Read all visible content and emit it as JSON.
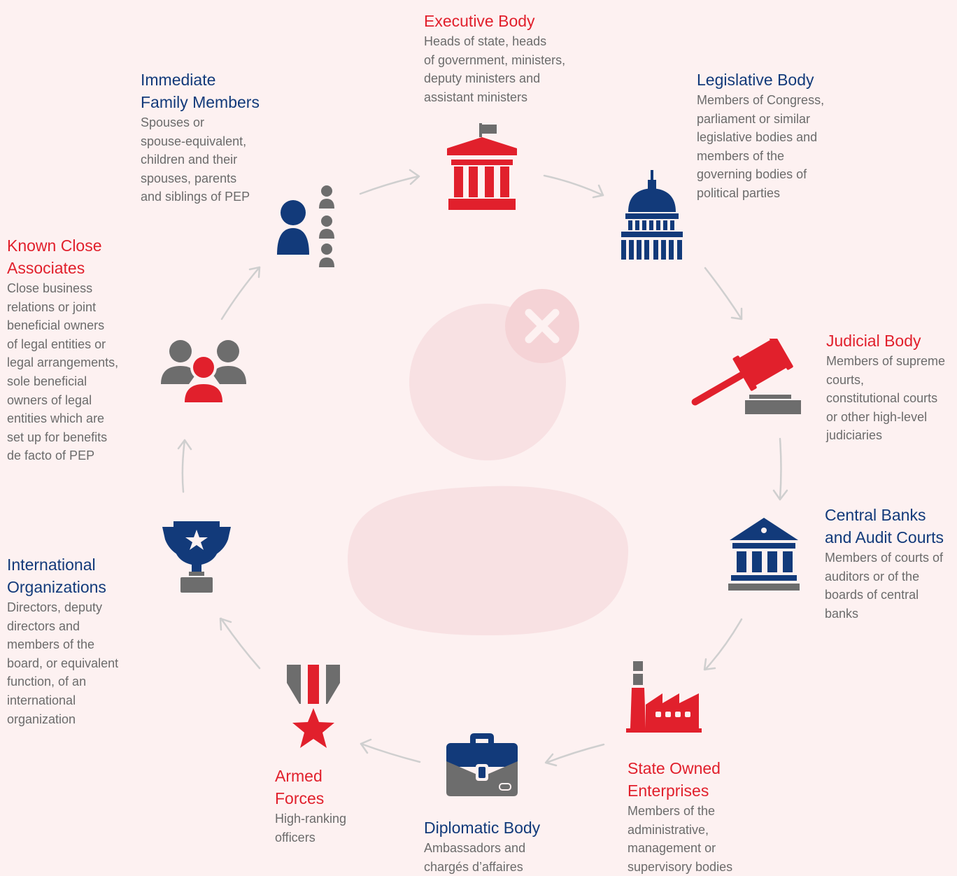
{
  "colors": {
    "red": "#e1202c",
    "blue": "#123a7a",
    "gray": "#6d6d6d",
    "arrow": "#cfcfcf",
    "background": "#fdf1f1"
  },
  "center": {
    "icon": "person-crossed-icon"
  },
  "nodes": {
    "executive": {
      "title": "Executive Body",
      "desc": "Heads of state, heads\nof government, ministers,\ndeputy ministers and\nassistant ministers",
      "icon": "government-building-icon"
    },
    "legislative": {
      "title": "Legislative Body",
      "desc": "Members of Congress,\nparliament or similar\nlegislative bodies and\nmembers of the\ngoverning bodies of\npolitical parties",
      "icon": "capitol-icon"
    },
    "judicial": {
      "title": "Judicial Body",
      "desc": "Members of supreme\ncourts,\nconstitutional courts\nor other high-level\njudiciaries",
      "icon": "gavel-icon"
    },
    "central_banks": {
      "title": "Central Banks\nand Audit Courts",
      "desc": "Members of courts of\nauditors or of the\nboards of central\nbanks",
      "icon": "bank-icon"
    },
    "state_owned": {
      "title": "State Owned\nEnterprises",
      "desc": "Members of the\nadministrative,\nmanagement or\nsupervisory bodies",
      "icon": "factory-icon"
    },
    "diplomatic": {
      "title": "Diplomatic Body",
      "desc": "Ambassadors and\nchargés d’affaires",
      "icon": "briefcase-icon"
    },
    "armed": {
      "title": "Armed\nForces",
      "desc": "High-ranking\nofficers",
      "icon": "medal-icon"
    },
    "international": {
      "title": "International\nOrganizations",
      "desc": "Directors, deputy\ndirectors and\nmembers of the\nboard, or equivalent\nfunction, of an\ninternational\norganization",
      "icon": "trophy-icon"
    },
    "associates": {
      "title": "Known Close\nAssociates",
      "desc": "Close business\nrelations or joint\nbeneficial owners\nof legal entities or\nlegal arrangements,\nsole beneficial\nowners of legal\nentities which are\nset up for benefits\nde facto of PEP",
      "icon": "group-icon"
    },
    "family": {
      "title": "Immediate\nFamily Members",
      "desc": "Spouses or\nspouse-equivalent,\nchildren and their\nspouses, parents\nand siblings of PEP",
      "icon": "family-icon"
    }
  }
}
